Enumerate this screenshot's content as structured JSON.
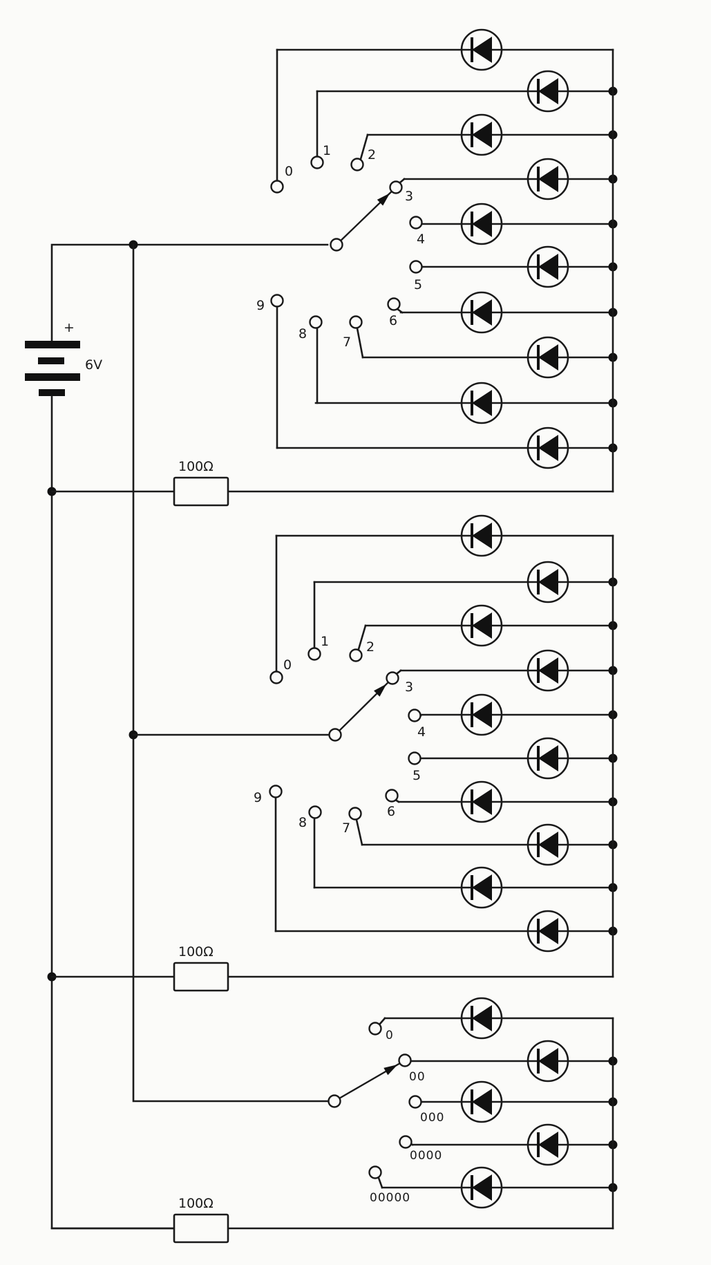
{
  "diagram": {
    "type": "circuit-schematic",
    "description": "Three rotary selector switches driving LED counters (two decade blocks of 10 LEDs, one block of 5 LEDs) from a 6 V battery via 100 Ω resistors",
    "battery": {
      "label": "6V",
      "polarity_mark": "+"
    },
    "resistors": [
      {
        "id": "R1",
        "label": "100Ω"
      },
      {
        "id": "R2",
        "label": "100Ω"
      },
      {
        "id": "R3",
        "label": "100Ω"
      }
    ],
    "switches": [
      {
        "id": "S1",
        "positions": [
          "0",
          "1",
          "2",
          "3",
          "4",
          "5",
          "6",
          "7",
          "8",
          "9"
        ],
        "selected": "3"
      },
      {
        "id": "S2",
        "positions": [
          "0",
          "1",
          "2",
          "3",
          "4",
          "5",
          "6",
          "7",
          "8",
          "9"
        ],
        "selected": "3"
      },
      {
        "id": "S3",
        "positions": [
          "0",
          "00",
          "000",
          "0000",
          "00000"
        ],
        "selected": "00"
      }
    ],
    "led_blocks": [
      {
        "id": "B1",
        "count": 10,
        "switch": "S1",
        "resistor": "R1"
      },
      {
        "id": "B2",
        "count": 10,
        "switch": "S2",
        "resistor": "R2"
      },
      {
        "id": "B3",
        "count": 5,
        "switch": "S3",
        "resistor": "R3"
      }
    ]
  }
}
